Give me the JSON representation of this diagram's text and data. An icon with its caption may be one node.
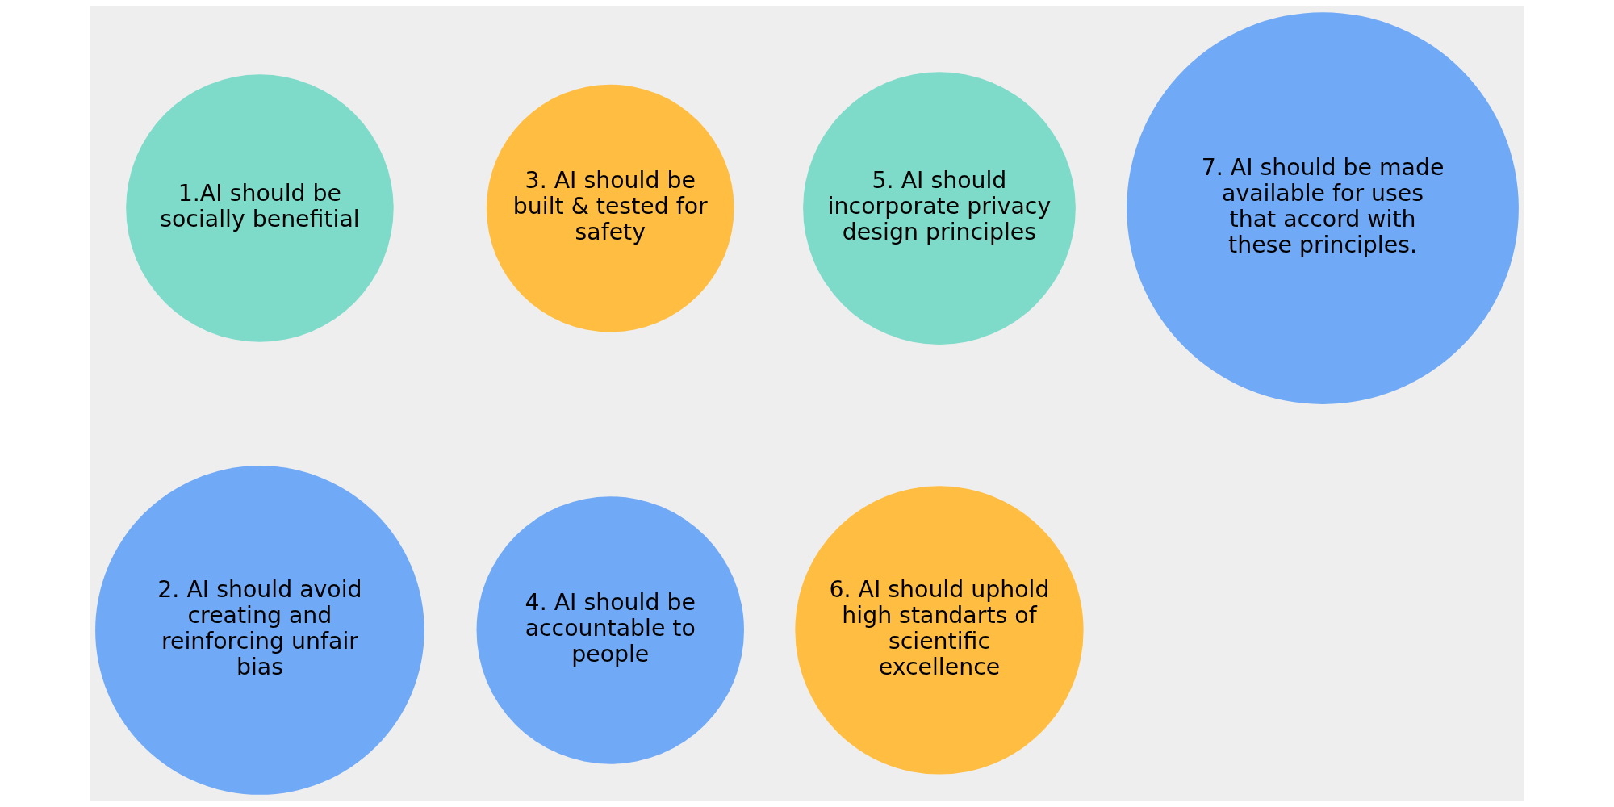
{
  "diagram": {
    "nodes": [
      {
        "text": [
          "1.AI should be socially benefitial"
        ]
      },
      {
        "text": [
          "2. AI should avoid creating and reinforcing unfair bias"
        ]
      },
      {
        "text": [
          "3. AI should be built & tested for safety"
        ]
      },
      {
        "text": [
          "4. AI should be accountable to people"
        ]
      },
      {
        "text": [
          "5. AI should incorporate privacy design principles"
        ]
      },
      {
        "text": [
          "6. AI should uphold high standarts of scientific excellence"
        ]
      },
      {
        "text": [
          "7. AI should be made available for uses that accord with these principles."
        ]
      }
    ]
  }
}
